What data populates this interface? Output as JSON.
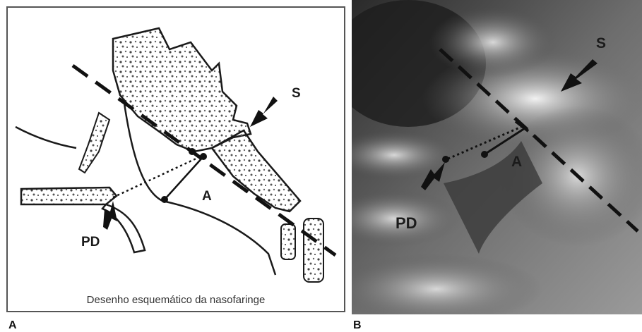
{
  "panel_a": {
    "labels": {
      "s": "S",
      "a": "A",
      "pd": "PD"
    },
    "caption": "Desenho esquemático da nasofaringe",
    "letter": "A"
  },
  "panel_b": {
    "labels": {
      "s": "S",
      "a": "A",
      "pd": "PD"
    },
    "letter": "B"
  },
  "colors": {
    "line": "#1a1a1a",
    "frame": "#555555",
    "xray_dark": "#2b2b2b",
    "xray_light": "#e6e6e6"
  }
}
